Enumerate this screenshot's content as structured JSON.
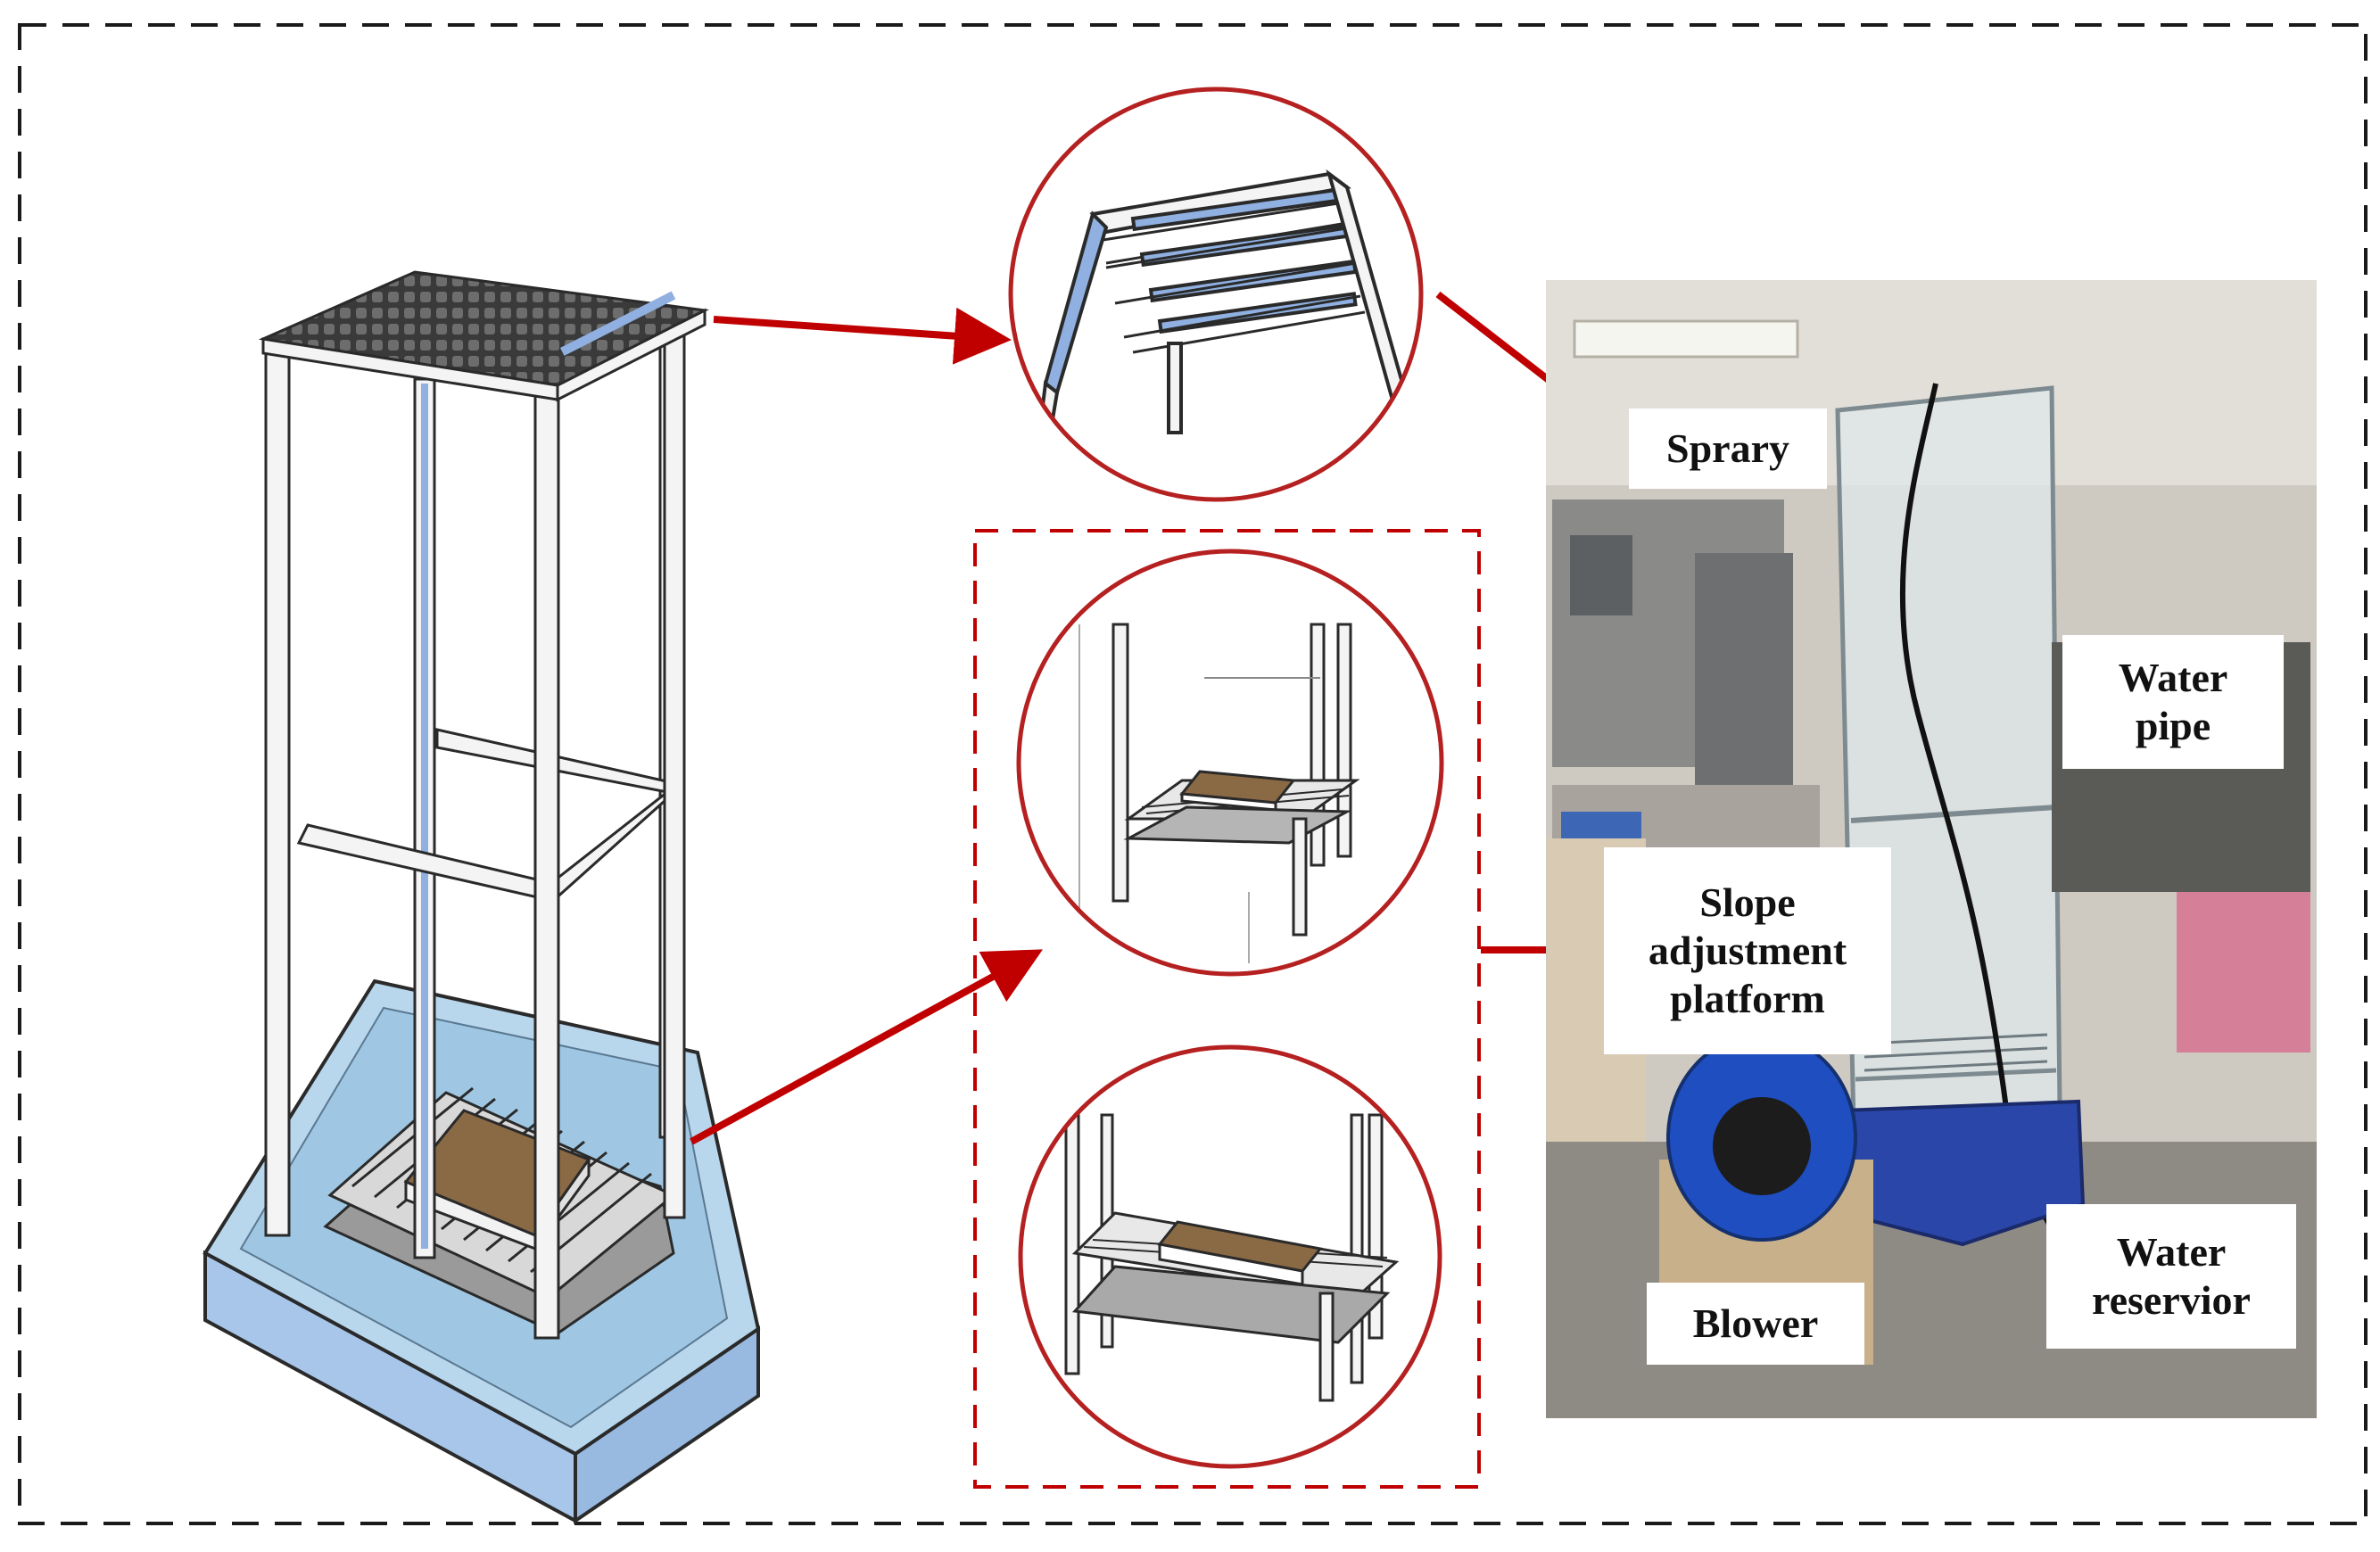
{
  "labels": {
    "sprary": "Sprary",
    "water_pipe": [
      "Water",
      "pipe"
    ],
    "slope": [
      "Slope",
      "adjustment",
      "platform"
    ],
    "blower": "Blower",
    "water_reservoir": [
      "Water",
      "reservior"
    ]
  },
  "colors": {
    "frame_border": "#1a1a1a",
    "arrow": "#c00000",
    "circle": "#b52020",
    "water": "#a9cfe8",
    "platform": "#8a6a45",
    "accent_blue": "#8fb0e0"
  }
}
